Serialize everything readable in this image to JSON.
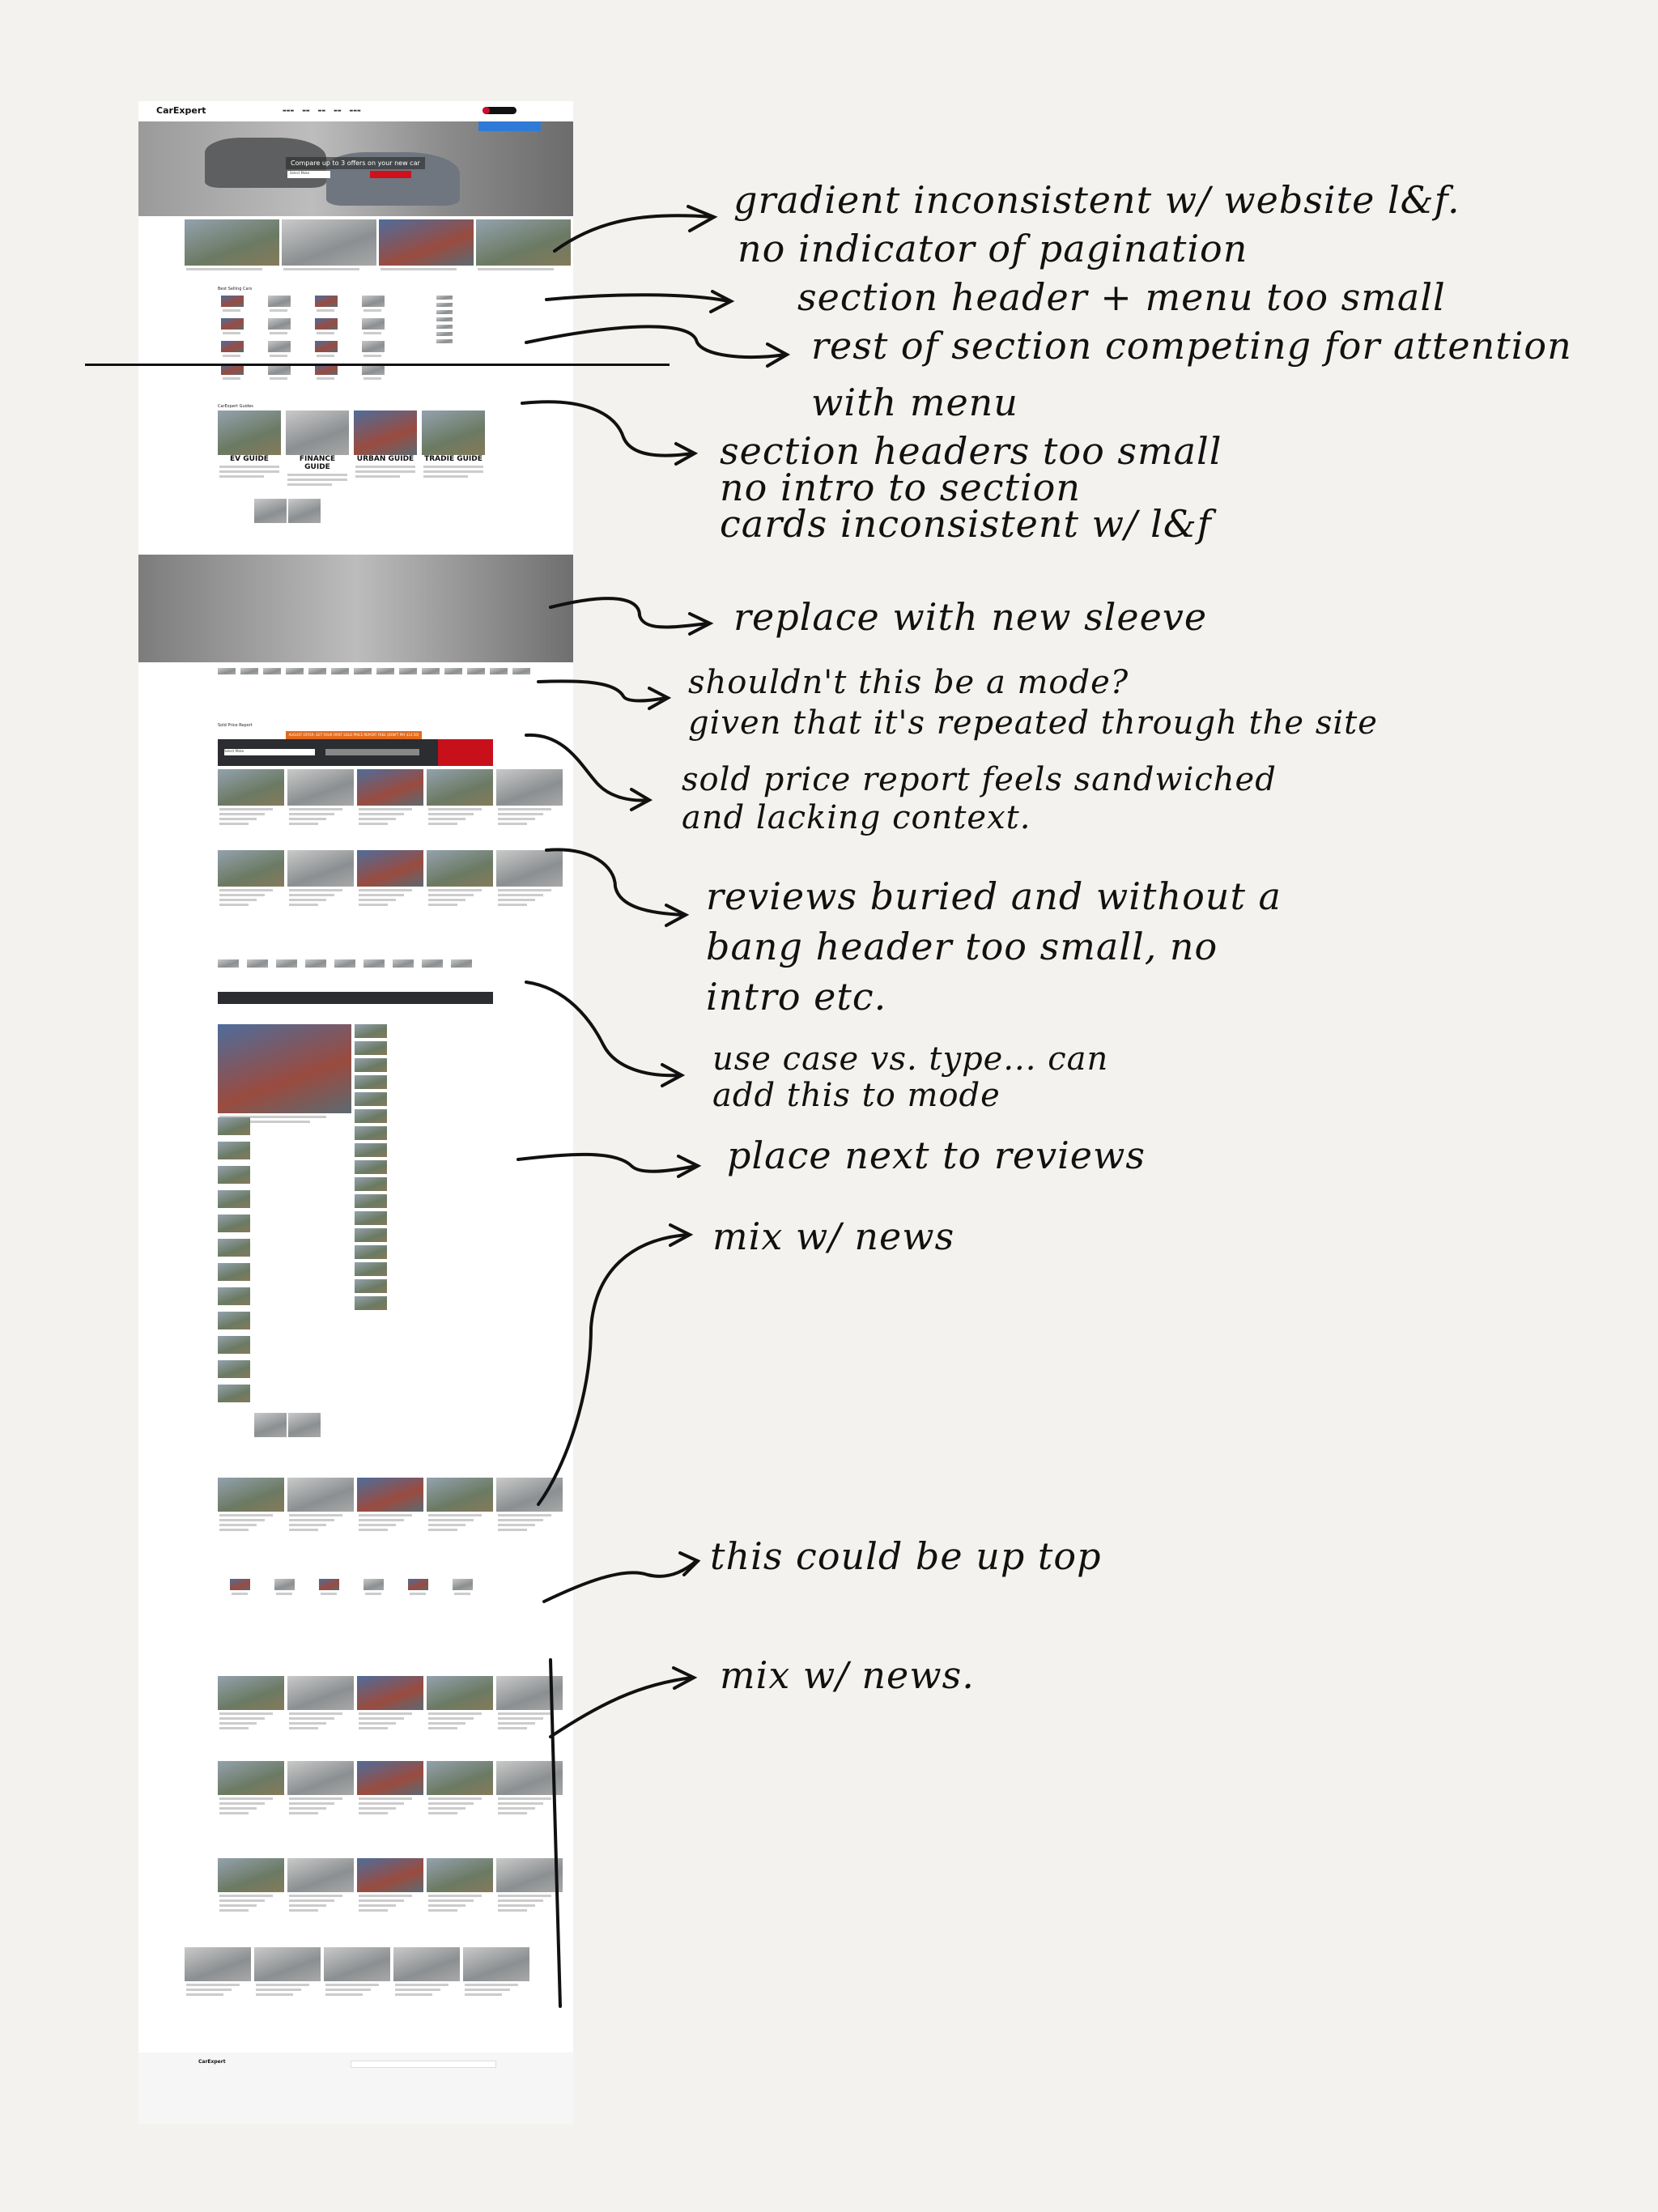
{
  "site": {
    "logo": "CarExpert",
    "hero_title": "Compare up to 3 offers on your new car",
    "hero_select": "Select Make",
    "best_selling": "Best Selling Cars",
    "guides_header": "CarExpert Guides",
    "guides": [
      "EV GUIDE",
      "FINANCE GUIDE",
      "URBAN GUIDE",
      "TRADIE GUIDE"
    ],
    "sold_price_header": "Sold Price Report",
    "sold_offer": "AUGUST OFFER: GET YOUR FIRST SOLD PRICE REPORT FREE (DON'T PAY $14.50)",
    "sold_select": "Select Make",
    "footer_logo": "CarExpert"
  },
  "annotations": [
    {
      "lines": [
        "gradient inconsistent w/ website l&f.",
        "no indicator of pagination"
      ]
    },
    {
      "lines": [
        "section header + menu too small"
      ]
    },
    {
      "lines": [
        "rest of section competing for attention",
        "with menu"
      ]
    },
    {
      "lines": [
        "section headers too small",
        "no intro to section",
        "cards inconsistent w/ l&f"
      ]
    },
    {
      "lines": [
        "replace with new sleeve"
      ]
    },
    {
      "lines": [
        "shouldn't this be a mode?",
        "given that it's repeated through the site"
      ]
    },
    {
      "lines": [
        "sold price report feels sandwiched",
        "and lacking context."
      ]
    },
    {
      "lines": [
        "reviews buried and without a",
        "bang  header too small, no",
        "intro etc."
      ]
    },
    {
      "lines": [
        "use case vs. type... can",
        "add this to mode"
      ]
    },
    {
      "lines": [
        "place next to reviews"
      ]
    },
    {
      "lines": [
        "mix w/ news"
      ]
    },
    {
      "lines": [
        "this could be up top"
      ]
    },
    {
      "lines": [
        "mix w/ news."
      ]
    }
  ],
  "colors": {
    "brand": "#c8102e",
    "offer": "#e26a1c",
    "ink": "#111111"
  }
}
